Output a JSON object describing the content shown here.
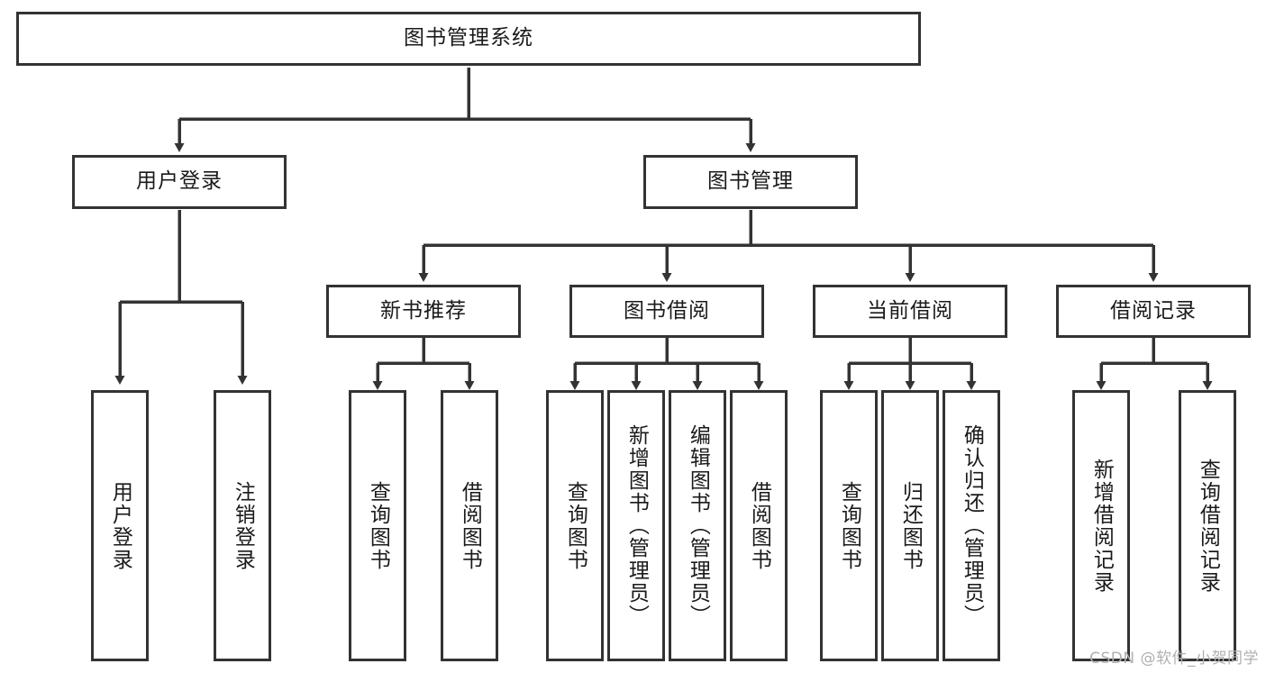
{
  "diagram": {
    "type": "tree-hierarchy",
    "title": "图书管理系统",
    "watermark": "CSDN @软件_小贺同学",
    "colors": {
      "stroke": "#333333",
      "fill": "#ffffff",
      "text": "#1a1a1a",
      "watermark": "#b0b0b0"
    },
    "levels": [
      {
        "level": 1,
        "nodes": [
          "root"
        ]
      },
      {
        "level": 2,
        "nodes": [
          "user-login",
          "book-manage"
        ]
      },
      {
        "level": 3,
        "nodes": [
          "new-book-recommend",
          "book-borrow",
          "current-borrow",
          "borrow-record"
        ]
      },
      {
        "level": 4,
        "nodes": [
          "leaf-user-login",
          "leaf-logout",
          "leaf-query-book-1",
          "leaf-borrow-book-1",
          "leaf-query-book-2",
          "leaf-add-book",
          "leaf-edit-book",
          "leaf-borrow-book-2",
          "leaf-query-book-3",
          "leaf-return-book",
          "leaf-confirm-return",
          "leaf-add-record",
          "leaf-query-record"
        ]
      }
    ],
    "nodes": {
      "root": {
        "label": "图书管理系统",
        "orientation": "horizontal"
      },
      "user-login": {
        "label": "用户登录",
        "orientation": "horizontal"
      },
      "book-manage": {
        "label": "图书管理",
        "orientation": "horizontal"
      },
      "new-book-recommend": {
        "label": "新书推荐",
        "orientation": "horizontal"
      },
      "book-borrow": {
        "label": "图书借阅",
        "orientation": "horizontal"
      },
      "current-borrow": {
        "label": "当前借阅",
        "orientation": "horizontal"
      },
      "borrow-record": {
        "label": "借阅记录",
        "orientation": "horizontal"
      },
      "leaf-user-login": {
        "label": "用户登录",
        "orientation": "vertical"
      },
      "leaf-logout": {
        "label": "注销登录",
        "orientation": "vertical"
      },
      "leaf-query-book-1": {
        "label": "查询图书",
        "orientation": "vertical"
      },
      "leaf-borrow-book-1": {
        "label": "借阅图书",
        "orientation": "vertical"
      },
      "leaf-query-book-2": {
        "label": "查询图书",
        "orientation": "vertical"
      },
      "leaf-add-book": {
        "label": "新增图书（管理员）",
        "orientation": "vertical"
      },
      "leaf-edit-book": {
        "label": "编辑图书（管理员）",
        "orientation": "vertical"
      },
      "leaf-borrow-book-2": {
        "label": "借阅图书",
        "orientation": "vertical"
      },
      "leaf-query-book-3": {
        "label": "查询图书",
        "orientation": "vertical"
      },
      "leaf-return-book": {
        "label": "归还图书",
        "orientation": "vertical"
      },
      "leaf-confirm-return": {
        "label": "确认归还（管理员）",
        "orientation": "vertical"
      },
      "leaf-add-record": {
        "label": "新增借阅记录",
        "orientation": "vertical"
      },
      "leaf-query-record": {
        "label": "查询借阅记录",
        "orientation": "vertical"
      }
    },
    "edges": [
      {
        "from": "root",
        "to": "user-login"
      },
      {
        "from": "root",
        "to": "book-manage"
      },
      {
        "from": "user-login",
        "to": "leaf-user-login"
      },
      {
        "from": "user-login",
        "to": "leaf-logout"
      },
      {
        "from": "book-manage",
        "to": "new-book-recommend"
      },
      {
        "from": "book-manage",
        "to": "book-borrow"
      },
      {
        "from": "book-manage",
        "to": "current-borrow"
      },
      {
        "from": "book-manage",
        "to": "borrow-record"
      },
      {
        "from": "new-book-recommend",
        "to": "leaf-query-book-1"
      },
      {
        "from": "new-book-recommend",
        "to": "leaf-borrow-book-1"
      },
      {
        "from": "book-borrow",
        "to": "leaf-query-book-2"
      },
      {
        "from": "book-borrow",
        "to": "leaf-add-book"
      },
      {
        "from": "book-borrow",
        "to": "leaf-edit-book"
      },
      {
        "from": "book-borrow",
        "to": "leaf-borrow-book-2"
      },
      {
        "from": "current-borrow",
        "to": "leaf-query-book-3"
      },
      {
        "from": "current-borrow",
        "to": "leaf-return-book"
      },
      {
        "from": "current-borrow",
        "to": "leaf-confirm-return"
      },
      {
        "from": "borrow-record",
        "to": "leaf-add-record"
      },
      {
        "from": "borrow-record",
        "to": "leaf-query-record"
      }
    ]
  }
}
